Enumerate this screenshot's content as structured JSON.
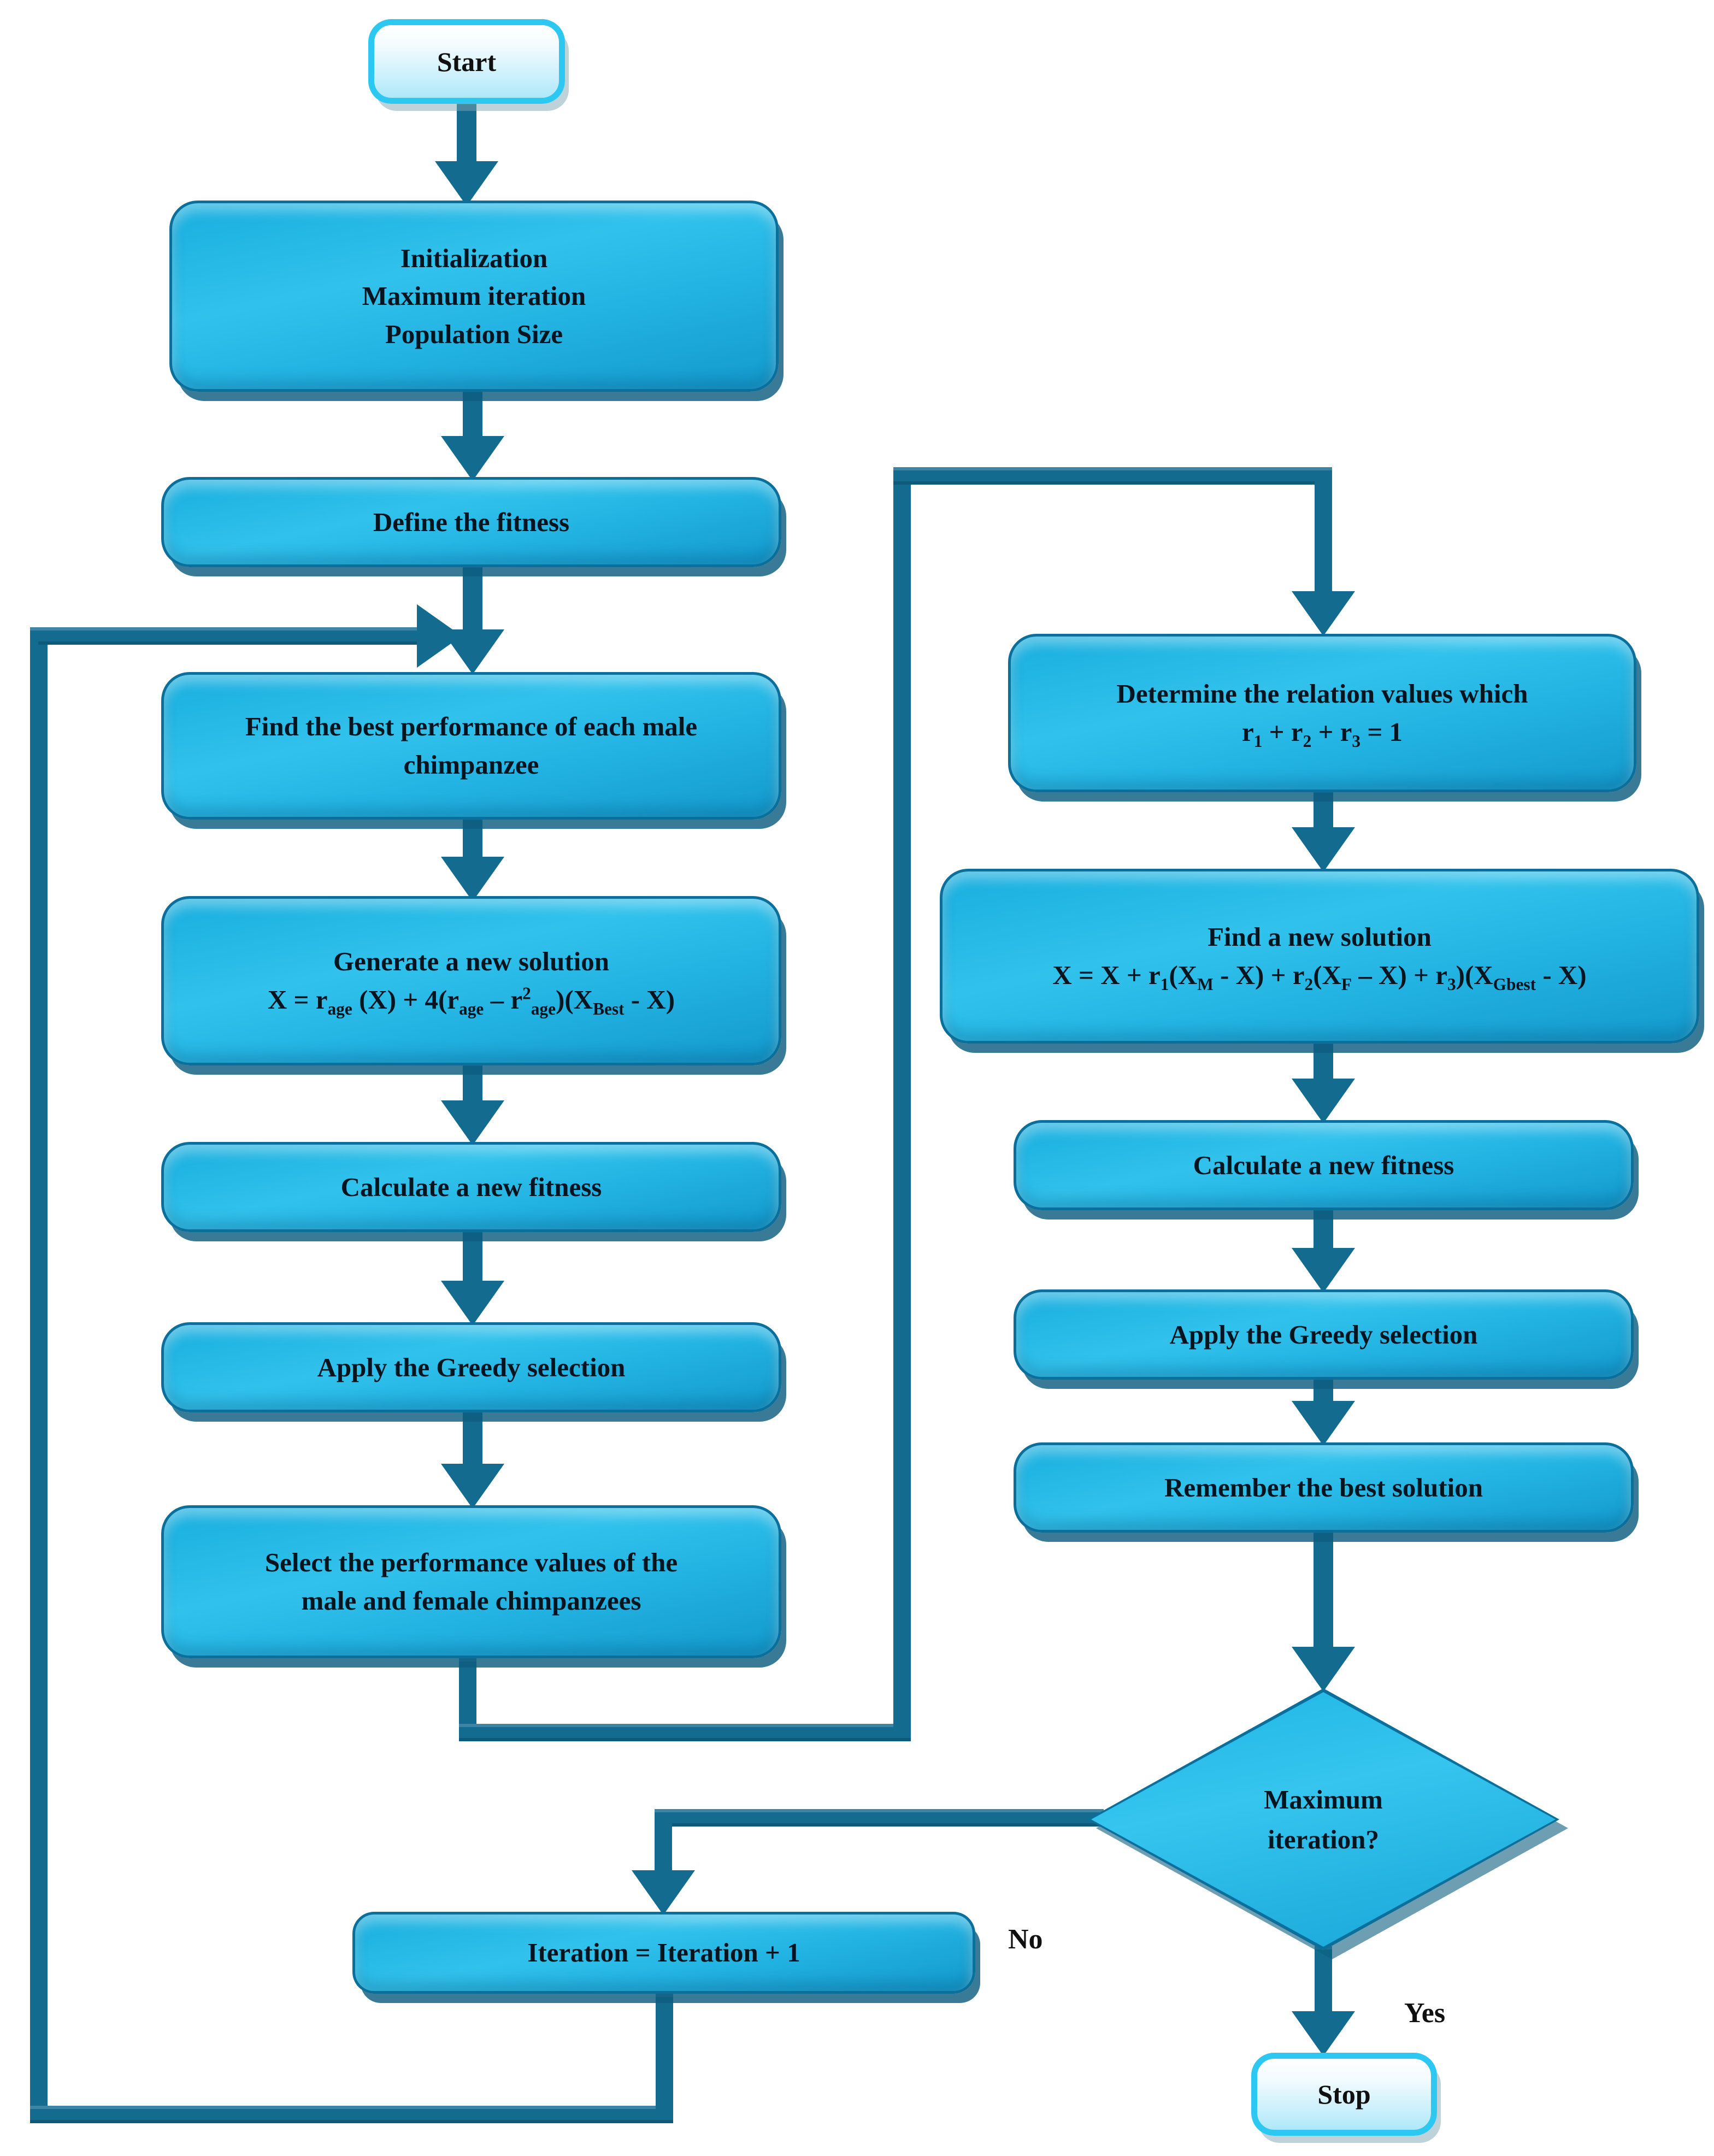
{
  "figure": {
    "title": "Optimization algorithm flowchart",
    "colors": {
      "node_fill_top": "#31c2ec",
      "node_fill_bottom": "#1399cc",
      "node_border": "#0b6f9c",
      "connector": "#136b90",
      "terminal_border": "#2cc8f2",
      "terminal_fill": "#c4eefb",
      "text": "#04151f",
      "background": "#ffffff"
    }
  },
  "nodes": {
    "start": {
      "label": "Start"
    },
    "init": {
      "lines": [
        "Initialization",
        "Maximum iteration",
        "Population Size"
      ]
    },
    "define": {
      "label": "Define the fitness"
    },
    "find_best": {
      "lines": [
        "Find the best performance of each male",
        "chimpanzee"
      ]
    },
    "generate": {
      "title": "Generate a new solution",
      "formula": [
        {
          "t": "X = r"
        },
        {
          "t": "age",
          "m": "sub"
        },
        {
          "t": " (X) + 4(r"
        },
        {
          "t": "age",
          "m": "sub"
        },
        {
          "t": " – r"
        },
        {
          "t": "2",
          "m": "sup"
        },
        {
          "t": "age",
          "m": "sub"
        },
        {
          "t": ")(X"
        },
        {
          "t": "Best",
          "m": "sub"
        },
        {
          "t": " - X)"
        }
      ]
    },
    "calc_left": {
      "label": "Calculate a new fitness"
    },
    "greedy_left": {
      "label": "Apply the Greedy selection"
    },
    "select": {
      "lines": [
        "Select the performance values of the",
        "male and female chimpanzees"
      ]
    },
    "determine": {
      "title": "Determine the relation values which",
      "formula": [
        {
          "t": "r"
        },
        {
          "t": "1",
          "m": "sub"
        },
        {
          "t": " + r"
        },
        {
          "t": "2",
          "m": "sub"
        },
        {
          "t": " + r"
        },
        {
          "t": "3",
          "m": "sub"
        },
        {
          "t": " = 1"
        }
      ]
    },
    "find_new": {
      "title": "Find a new solution",
      "formula": [
        {
          "t": "X = X + r"
        },
        {
          "t": "1",
          "m": "sub"
        },
        {
          "t": "(X"
        },
        {
          "t": "M",
          "m": "sub"
        },
        {
          "t": " - X) + r"
        },
        {
          "t": "2",
          "m": "sub"
        },
        {
          "t": "(X"
        },
        {
          "t": "F",
          "m": "sub"
        },
        {
          "t": " – X) + r"
        },
        {
          "t": "3",
          "m": "sub"
        },
        {
          "t": ")(X"
        },
        {
          "t": "Gbest",
          "m": "sub"
        },
        {
          "t": " - X)"
        }
      ]
    },
    "calc_right": {
      "label": "Calculate a new fitness"
    },
    "greedy_right": {
      "label": "Apply the Greedy selection"
    },
    "remember": {
      "label": "Remember the best solution"
    },
    "decision": {
      "lines": [
        "Maximum",
        "iteration?"
      ]
    },
    "iteration": {
      "label": "Iteration = Iteration + 1"
    },
    "stop": {
      "label": "Stop"
    }
  },
  "edge_labels": {
    "no": "No",
    "yes": "Yes"
  }
}
